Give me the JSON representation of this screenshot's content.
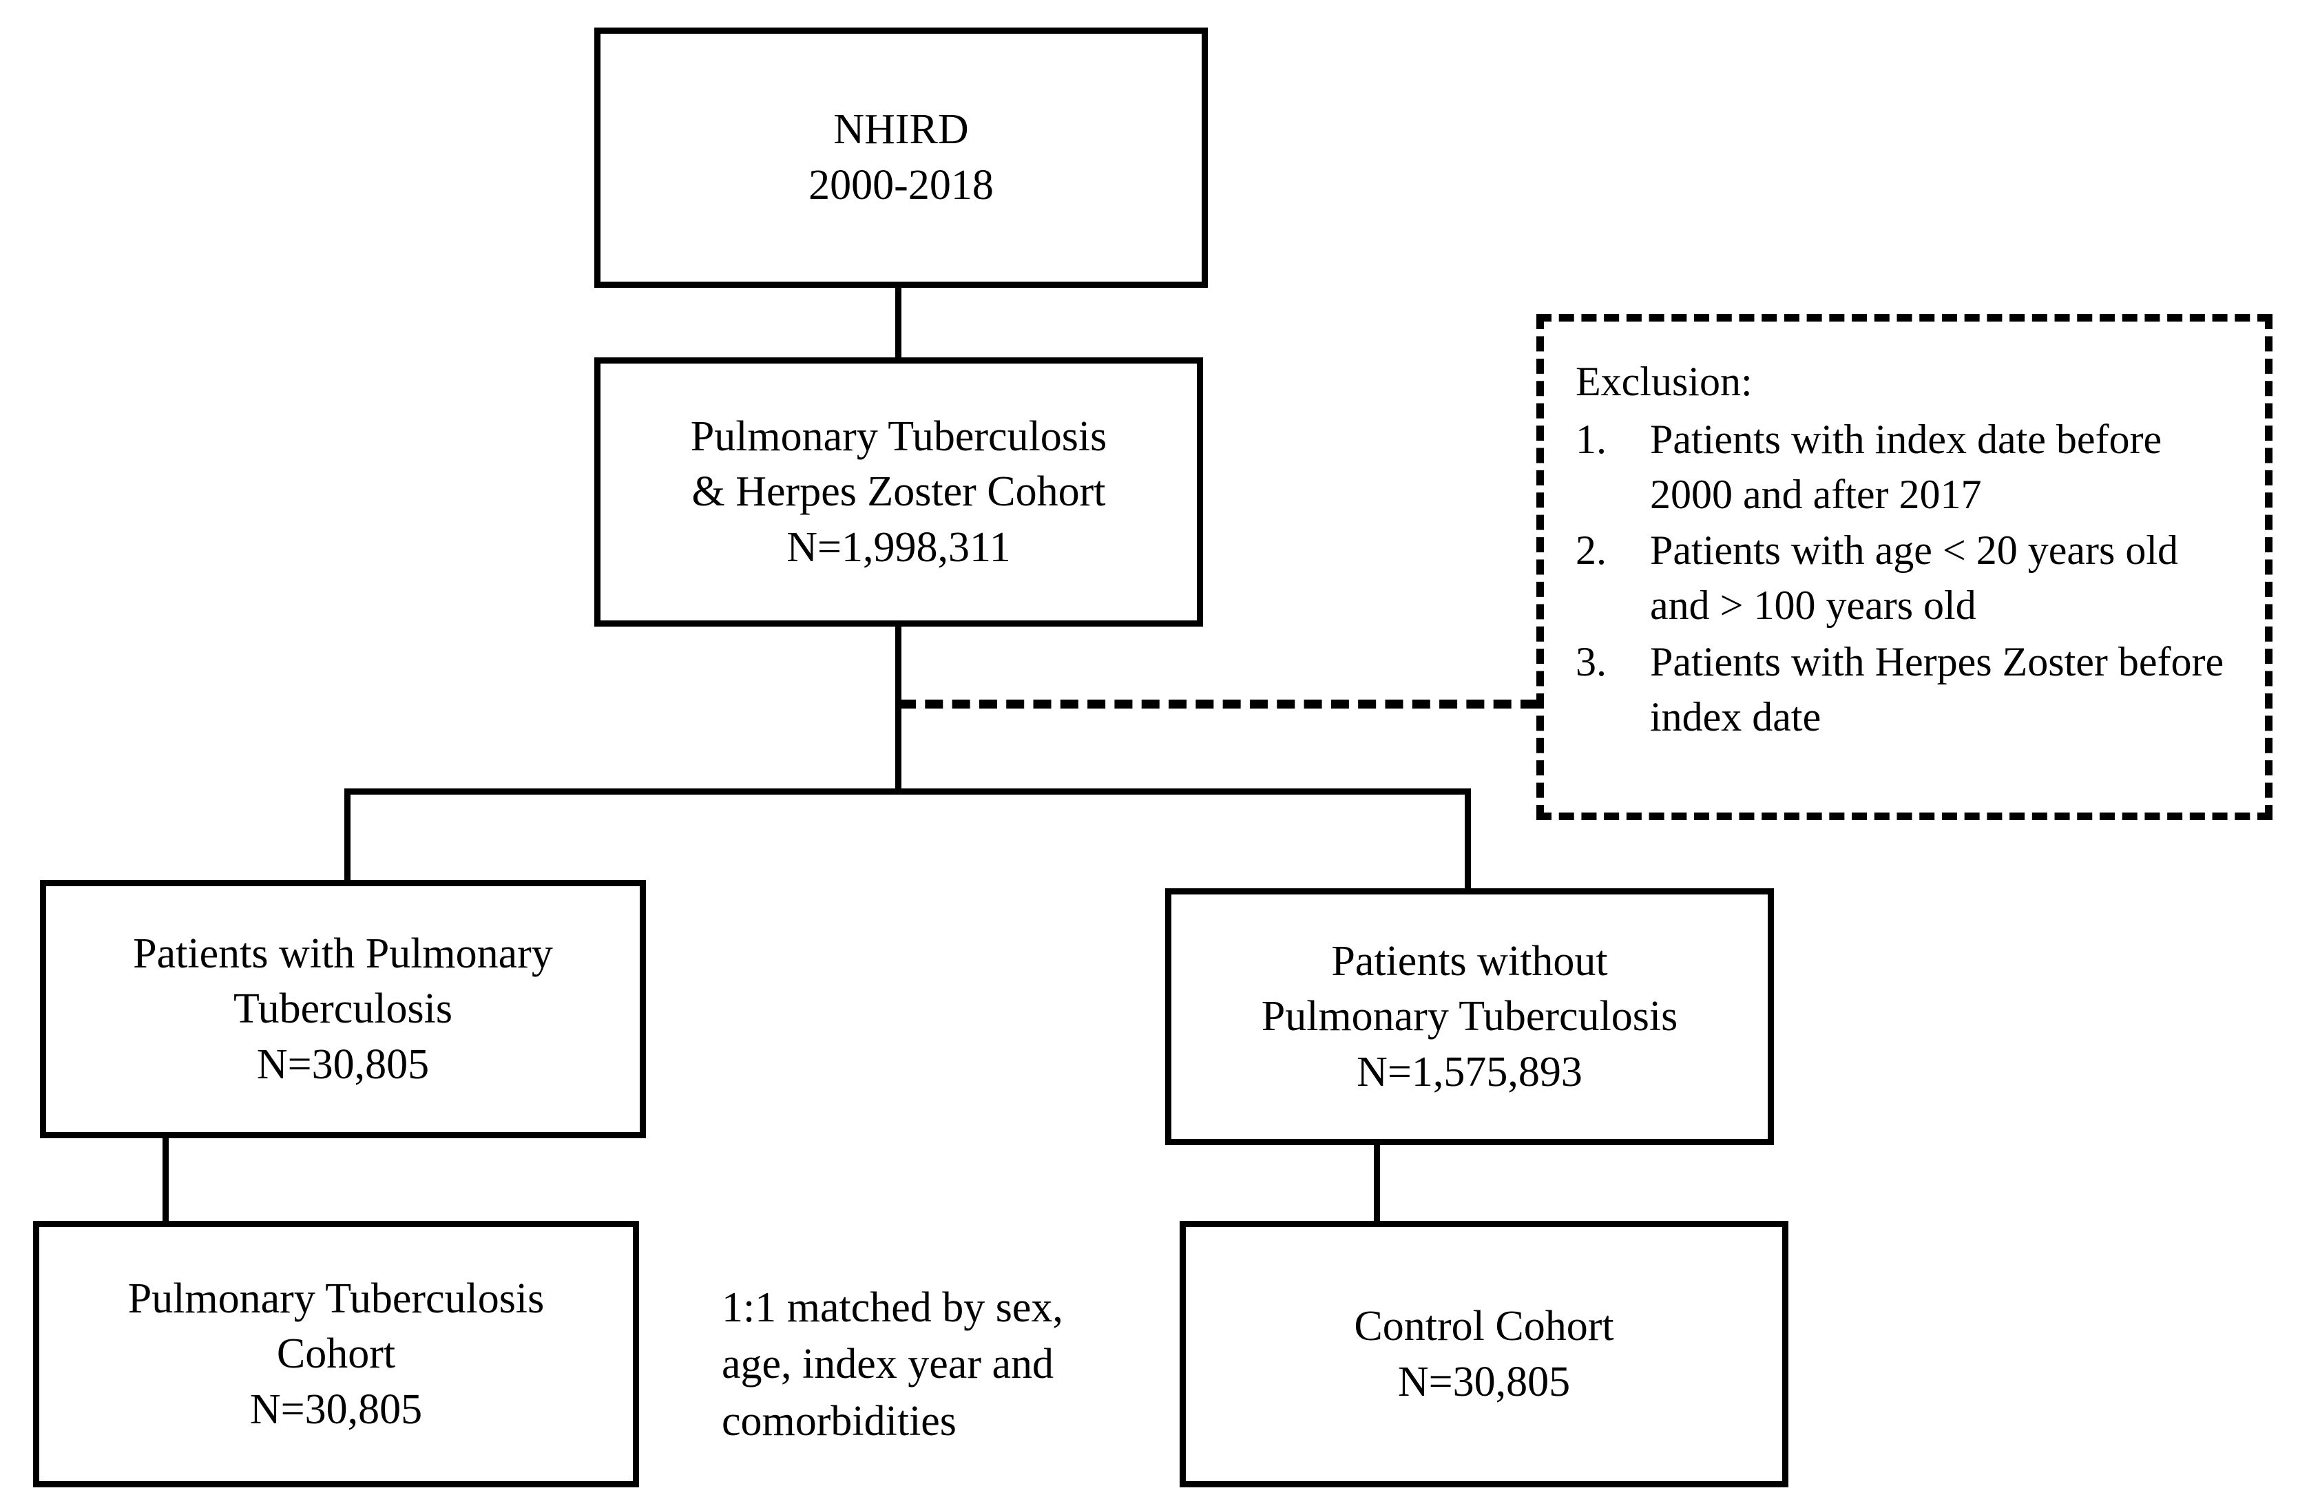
{
  "figure": {
    "type": "flowchart",
    "orientation": "top-down",
    "background_color": "#ffffff",
    "line_color": "#000000"
  },
  "nodes": {
    "source": {
      "id": "nhird",
      "lines": [
        "NHIRD",
        "2000-2018"
      ],
      "border_style": "solid"
    },
    "cohort": {
      "id": "pt-hz-cohort",
      "lines": [
        "Pulmonary Tuberculosis",
        "& Herpes Zoster Cohort",
        "N=1,998,311"
      ],
      "count_label": "N=1,998,311",
      "count_value": 1998311,
      "border_style": "solid"
    },
    "with_ptb": {
      "id": "patients-with-ptb",
      "lines": [
        "Patients with Pulmonary",
        "Tuberculosis",
        "N=30,805"
      ],
      "count_label": "N=30,805",
      "count_value": 30805,
      "border_style": "solid"
    },
    "without_ptb": {
      "id": "patients-without-ptb",
      "lines": [
        "Patients without",
        "Pulmonary Tuberculosis",
        "N=1,575,893"
      ],
      "count_label": "N=1,575,893",
      "count_value": 1575893,
      "border_style": "solid"
    },
    "ptb_cohort": {
      "id": "ptb-cohort",
      "lines": [
        "Pulmonary Tuberculosis",
        "Cohort",
        "N=30,805"
      ],
      "count_label": "N=30,805",
      "count_value": 30805,
      "border_style": "solid"
    },
    "control_cohort": {
      "id": "control-cohort",
      "lines": [
        "Control Cohort",
        "N=30,805"
      ],
      "count_label": "N=30,805",
      "count_value": 30805,
      "border_style": "solid"
    }
  },
  "exclusion": {
    "title": "Exclusion:",
    "border_style": "dashed",
    "items": [
      {
        "number": "1.",
        "text": "Patients with index date before 2000 and after 2017"
      },
      {
        "number": "2.",
        "text": "Patients with age < 20 years old and > 100 years old"
      },
      {
        "number": "3.",
        "text": "Patients with Herpes Zoster before index date"
      }
    ]
  },
  "matching_note": {
    "lines": [
      "1:1 matched by sex,",
      "age, index year and",
      "comorbidities"
    ],
    "text": "1:1 matched by sex, age, index year and comorbidities"
  },
  "connectors": [
    {
      "name": "source-to-cohort",
      "style": "solid"
    },
    {
      "name": "cohort-to-split",
      "style": "solid"
    },
    {
      "name": "cohort-to-exclusion",
      "style": "dashed"
    },
    {
      "name": "split-bar",
      "style": "solid"
    },
    {
      "name": "split-to-with-ptb",
      "style": "solid"
    },
    {
      "name": "split-to-without-ptb",
      "style": "solid"
    },
    {
      "name": "with-ptb-to-ptb-cohort",
      "style": "solid"
    },
    {
      "name": "without-ptb-to-control-cohort",
      "style": "solid"
    }
  ]
}
